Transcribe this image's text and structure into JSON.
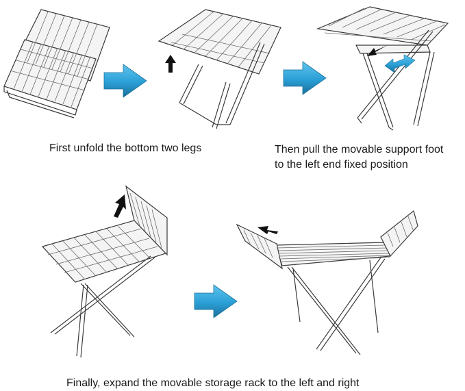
{
  "captions": {
    "step1": "First unfold the bottom two legs",
    "step2_line1": "Then pull the movable support foot",
    "step2_line2": "to the left end fixed position",
    "step3": "Finally, expand the movable storage rack to the left and right"
  },
  "colors": {
    "arrow_fill": "#2a9fd6",
    "arrow_shadow": "#1a6f9a",
    "line": "#3a3a3a",
    "frame_fill": "#f4f4f4"
  },
  "icons": {
    "step_arrow": "right-arrow-icon",
    "motion_arrow": "black-arrow-icon",
    "double_arrow": "double-arrow-icon"
  }
}
